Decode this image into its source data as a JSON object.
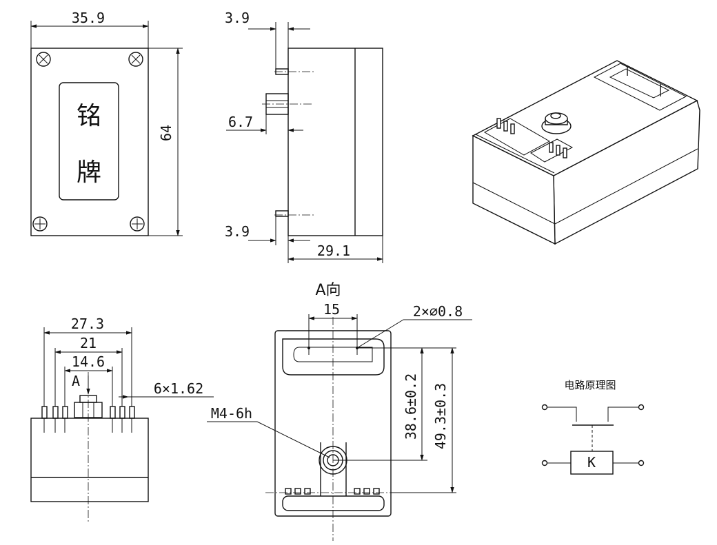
{
  "front_view": {
    "width": "35.9",
    "height": "64",
    "nameplate": [
      "铭",
      "牌"
    ]
  },
  "side_view": {
    "top_offset": "3.9",
    "stud_offset": "6.7",
    "bottom_offset": "3.9",
    "depth": "29.1"
  },
  "bottom_view": {
    "width_outer": "27.3",
    "width_mid": "21",
    "width_inner": "14.6",
    "view_arrow": "A",
    "pins": "6×1.62"
  },
  "a_view": {
    "title": "A向",
    "slot_spacing": "15",
    "holes": "2×⌀0.8",
    "thread": "M4-6h",
    "dim_short": "38.6±0.2",
    "dim_long": "49.3±0.3"
  },
  "circuit": {
    "title": "电路原理图",
    "coil": "K"
  }
}
